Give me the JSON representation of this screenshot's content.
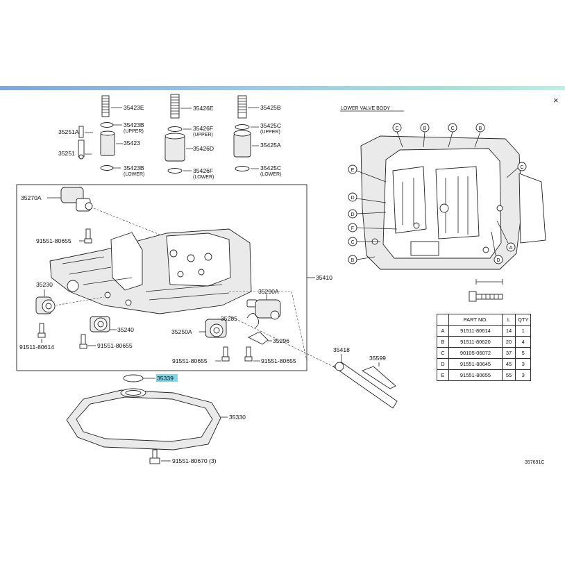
{
  "viewer": {
    "close_glyph": "×"
  },
  "diagram": {
    "section_title": "LOWER VALVE BODY",
    "drawing_code": "357691C",
    "highlight_color": "#7fd8e8",
    "callouts": {
      "p35423E": "35423E",
      "p35423B_u": "35423B",
      "upper1": "(UPPER)",
      "p35423": "35423",
      "p35423B_l": "35423B",
      "lower1": "(LOWER)",
      "p35251A": "35251A",
      "p35251": "35251",
      "p35426E": "35426E",
      "p35426F_u": "35426F",
      "upper2": "(UPPER)",
      "p35426D": "35426D",
      "p35426F_l": "35426F",
      "lower2": "(LOWER)",
      "p35425B": "35425B",
      "p35425C_u": "35425C",
      "upper3": "(UPPER)",
      "p35425A": "35425A",
      "p35425C_l": "35425C",
      "lower3": "(LOWER)",
      "p35270A": "35270A",
      "b80655a": "91551-80655",
      "p35410": "35410",
      "p35230": "35230",
      "p35290A": "35290A",
      "p35240": "35240",
      "p35285": "35285",
      "p35250A": "35250A",
      "p35296": "35296",
      "b80614": "91511-80614",
      "b80655b": "91551-80655",
      "b80655c": "91551-80655",
      "b80655d": "91551-80655",
      "p35418": "35418",
      "p35599": "35599",
      "p35339": "35339",
      "p35330": "35330",
      "b80670": "91551-80670 (3)"
    },
    "circle_letters": {
      "t1": "C",
      "t2": "B",
      "t3": "C",
      "t4": "B",
      "r1": "C",
      "l1": "E",
      "l2": "D",
      "l3": "D",
      "l4": "F",
      "l5": "C",
      "l6": "B",
      "b1": "A",
      "b2": "D"
    }
  },
  "bolt_table": {
    "headers": [
      "",
      "PART NO.",
      "L",
      "QTY"
    ],
    "rows": [
      [
        "A",
        "91511-80614",
        "14",
        "1"
      ],
      [
        "B",
        "91511-80620",
        "20",
        "4"
      ],
      [
        "C",
        "90105-06072",
        "37",
        "5"
      ],
      [
        "D",
        "91551-80645",
        "45",
        "3"
      ],
      [
        "E",
        "91551-80655",
        "55",
        "3"
      ]
    ]
  }
}
